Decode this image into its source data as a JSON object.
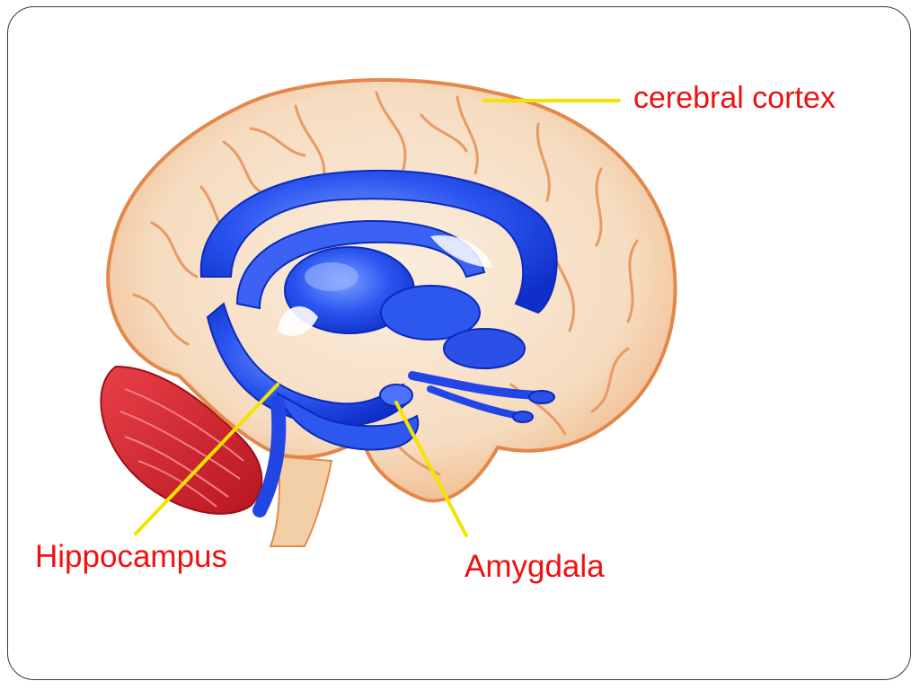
{
  "labels": {
    "cerebral_cortex": "cerebral cortex",
    "hippocampus": "Hippocampus",
    "amygdala": "Amygdala"
  },
  "colors": {
    "label_text": "#ee1111",
    "leader_line": "#f2e400",
    "cortex": "#f4d6b8",
    "cortex_edge": "#e88a4c",
    "limbic": "#1e46ee",
    "cerebellum": "#d8262c"
  }
}
